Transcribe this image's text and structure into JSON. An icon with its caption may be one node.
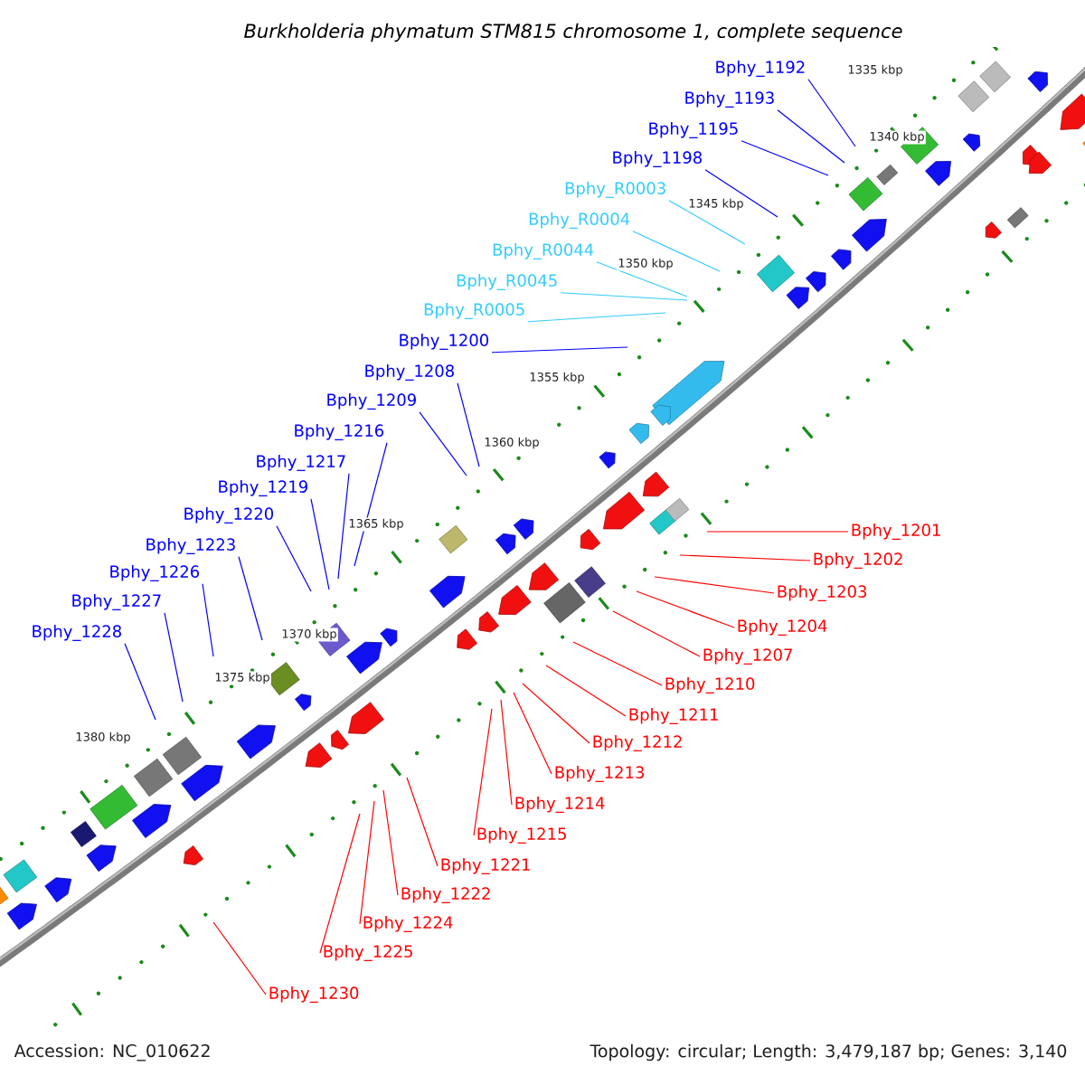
{
  "diagram": {
    "title": "*Burkholderia phymatum* STM815 chromosome 1, complete sequence",
    "nodes": [
      {
        "text": [
          "Bphy_1192"
        ]
      },
      {
        "text": [
          "Bphy_1193"
        ]
      },
      {
        "text": [
          "Bphy_1195"
        ]
      },
      {
        "text": [
          "Bphy_1198"
        ]
      },
      {
        "text": [
          "Bphy_R0003"
        ]
      },
      {
        "text": [
          "Bphy_R0004"
        ]
      },
      {
        "text": [
          "Bphy_R0044"
        ]
      },
      {
        "text": [
          "Bphy_R0045"
        ]
      },
      {
        "text": [
          "Bphy_R0005"
        ]
      },
      {
        "text": [
          "Bphy_1200"
        ]
      },
      {
        "text": [
          "Bphy_1208"
        ]
      },
      {
        "text": [
          "Bphy_1209"
        ]
      },
      {
        "text": [
          "Bphy_1216"
        ]
      },
      {
        "text": [
          "Bphy_1217"
        ]
      },
      {
        "text": [
          "Bphy_1219"
        ]
      },
      {
        "text": [
          "Bphy_1220"
        ]
      },
      {
        "text": [
          "Bphy_1223"
        ]
      },
      {
        "text": [
          "Bphy_1226"
        ]
      },
      {
        "text": [
          "Bphy_1227"
        ]
      },
      {
        "text": [
          "Bphy_1228"
        ]
      },
      {
        "text": [
          "Bphy_1201"
        ]
      },
      {
        "text": [
          "Bphy_1202"
        ]
      },
      {
        "text": [
          "Bphy_1203"
        ]
      },
      {
        "text": [
          "Bphy_1204"
        ]
      },
      {
        "text": [
          "Bphy_1207"
        ]
      },
      {
        "text": [
          "Bphy_1210"
        ]
      },
      {
        "text": [
          "Bphy_1211"
        ]
      },
      {
        "text": [
          "Bphy_1212"
        ]
      },
      {
        "text": [
          "Bphy_1213"
        ]
      },
      {
        "text": [
          "Bphy_1214"
        ]
      },
      {
        "text": [
          "Bphy_1215"
        ]
      },
      {
        "text": [
          "Bphy_1221"
        ]
      },
      {
        "text": [
          "Bphy_1222"
        ]
      },
      {
        "text": [
          "Bphy_1224"
        ]
      },
      {
        "text": [
          "Bphy_1225"
        ]
      },
      {
        "text": [
          "Bphy_1230"
        ]
      }
    ],
    "edges": [
      {
        "from": 0,
        "to": null,
        "arrow": "none",
        "color": "#0000ff"
      },
      {
        "from": 1,
        "to": null,
        "arrow": "none",
        "color": "#0000ff"
      },
      {
        "from": 2,
        "to": null,
        "arrow": "none",
        "color": "#0000ff"
      },
      {
        "from": 3,
        "to": null,
        "arrow": "none",
        "color": "#0000ff"
      },
      {
        "from": 4,
        "to": null,
        "arrow": "none",
        "color": "#33ccff"
      },
      {
        "from": 5,
        "to": null,
        "arrow": "none",
        "color": "#33ccff"
      },
      {
        "from": 6,
        "to": null,
        "arrow": "none",
        "color": "#33ccff"
      },
      {
        "from": 7,
        "to": null,
        "arrow": "none",
        "color": "#33ccff"
      },
      {
        "from": 8,
        "to": null,
        "arrow": "none",
        "color": "#33ccff"
      },
      {
        "from": 9,
        "to": null,
        "arrow": "none",
        "color": "#0000ff"
      },
      {
        "from": 10,
        "to": null,
        "arrow": "none",
        "color": "#0000ff"
      },
      {
        "from": 11,
        "to": null,
        "arrow": "none",
        "color": "#0000ff"
      },
      {
        "from": 12,
        "to": null,
        "arrow": "none",
        "color": "#0000ff"
      },
      {
        "from": 13,
        "to": null,
        "arrow": "none",
        "color": "#0000ff"
      },
      {
        "from": 14,
        "to": null,
        "arrow": "none",
        "color": "#0000ff"
      },
      {
        "from": 15,
        "to": null,
        "arrow": "none",
        "color": "#0000ff"
      },
      {
        "from": 16,
        "to": null,
        "arrow": "none",
        "color": "#0000ff"
      },
      {
        "from": 17,
        "to": null,
        "arrow": "none",
        "color": "#0000ff"
      },
      {
        "from": 18,
        "to": null,
        "arrow": "none",
        "color": "#0000ff"
      },
      {
        "from": 19,
        "to": null,
        "arrow": "none",
        "color": "#0000ff"
      },
      {
        "from": 20,
        "to": null,
        "arrow": "none",
        "color": "#ff0000"
      },
      {
        "from": 21,
        "to": null,
        "arrow": "none",
        "color": "#ff0000"
      },
      {
        "from": 22,
        "to": null,
        "arrow": "none",
        "color": "#ff0000"
      },
      {
        "from": 23,
        "to": null,
        "arrow": "none",
        "color": "#ff0000"
      },
      {
        "from": 24,
        "to": null,
        "arrow": "none",
        "color": "#ff0000"
      },
      {
        "from": 25,
        "to": null,
        "arrow": "none",
        "color": "#ff0000"
      },
      {
        "from": 26,
        "to": null,
        "arrow": "none",
        "color": "#ff0000"
      },
      {
        "from": 27,
        "to": null,
        "arrow": "none",
        "color": "#ff0000"
      },
      {
        "from": 28,
        "to": null,
        "arrow": "none",
        "color": "#ff0000"
      },
      {
        "from": 29,
        "to": null,
        "arrow": "none",
        "color": "#ff0000"
      },
      {
        "from": 30,
        "to": null,
        "arrow": "none",
        "color": "#ff0000"
      },
      {
        "from": 31,
        "to": null,
        "arrow": "none",
        "color": "#ff0000"
      },
      {
        "from": 32,
        "to": null,
        "arrow": "none",
        "color": "#ff0000"
      },
      {
        "from": 33,
        "to": null,
        "arrow": "none",
        "color": "#ff0000"
      },
      {
        "from": 34,
        "to": null,
        "arrow": "none",
        "color": "#ff0000"
      },
      {
        "from": 35,
        "to": null,
        "arrow": "none",
        "color": "#ff0000"
      }
    ],
    "labels": [
      "1335 kbp",
      "1340 kbp",
      "1345 kbp",
      "1350 kbp",
      "1355 kbp",
      "1360 kbp",
      "1365 kbp",
      "1370 kbp",
      "1375 kbp",
      "1380 kbp",
      "Accession: NC_010622",
      "Topology: circular; Length: 3,479,187 bp; Genes: 3,140"
    ]
  }
}
